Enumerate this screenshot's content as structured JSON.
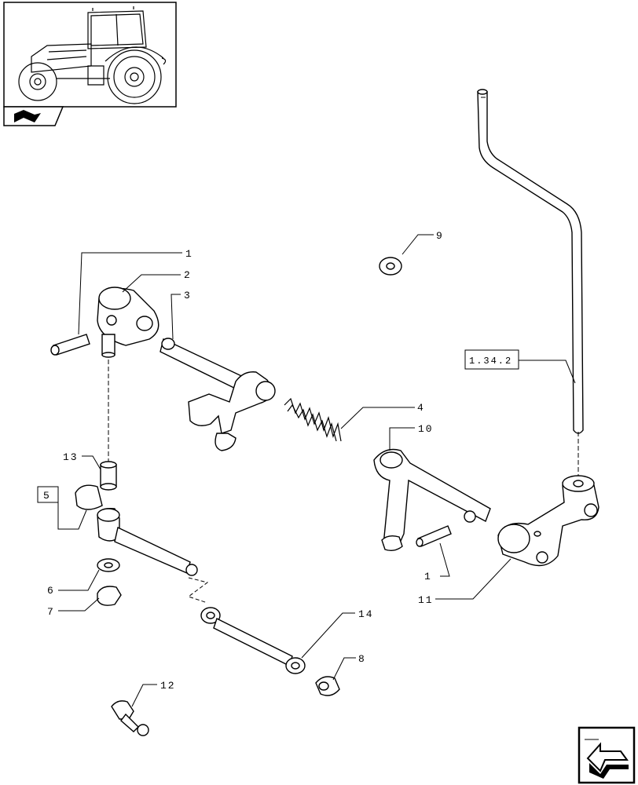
{
  "thumbnail": {
    "icon": "tractor-icon"
  },
  "nav": {
    "prev_icon": "book-arrow-icon",
    "next_icon": "next-page-arrow-icon"
  },
  "callouts": {
    "c1a": "1",
    "c2": "2",
    "c3": "3",
    "c4": "4",
    "c5": "5",
    "c6": "6",
    "c7": "7",
    "c8": "8",
    "c9": "9",
    "c10": "10",
    "c1b": "1",
    "c11": "11",
    "c12": "12",
    "c13": "13",
    "c14": "14",
    "ref": "1.34.2"
  }
}
